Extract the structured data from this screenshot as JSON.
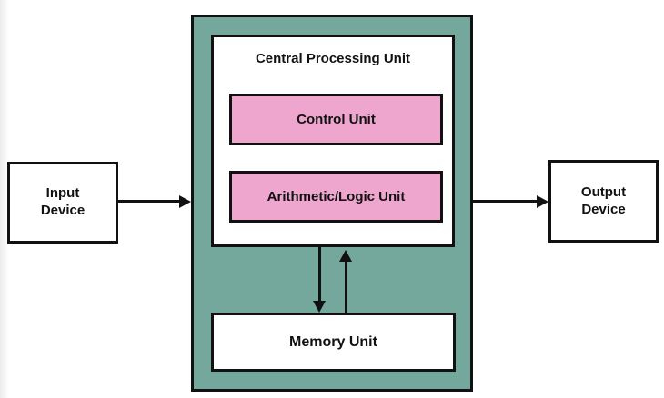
{
  "diagram": {
    "type": "block-diagram",
    "subject": "computer-architecture",
    "cpu": {
      "label": "Central Processing Unit",
      "control_unit_label": "Control Unit",
      "alu_label": "Arithmetic/Logic Unit",
      "memory_unit_label": "Memory Unit"
    },
    "input_device_label": "Input Device",
    "output_device_label": "Output Device",
    "arrows": [
      {
        "name": "input-to-cpu",
        "direction": "right"
      },
      {
        "name": "cpu-to-output",
        "direction": "right"
      },
      {
        "name": "cpu-to-memory",
        "direction": "down"
      },
      {
        "name": "memory-to-cpu",
        "direction": "up"
      }
    ],
    "colors": {
      "cpu_fill": "#74A89C",
      "unit_fill": "#EFA6CE",
      "box_border": "#111111",
      "arrow": "#111111",
      "background": "#FFFFFF"
    }
  }
}
